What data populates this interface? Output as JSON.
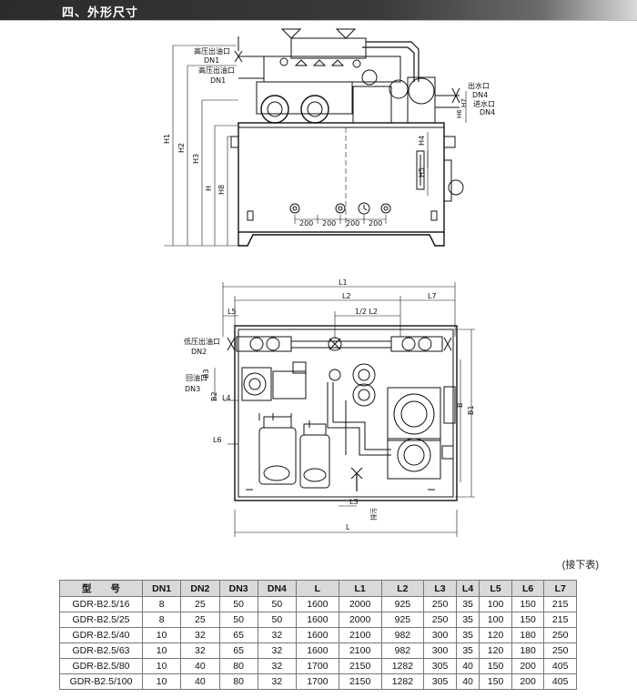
{
  "section": {
    "title": "四、外形尺寸"
  },
  "front_view": {
    "labels": {
      "high_outlet": "高压出油口",
      "dn1_a": "DN1",
      "dn1_b": "DN1",
      "water_out": "出水口",
      "dn4_a": "DN4",
      "water_in": "进水口",
      "dn4_b": "DN4",
      "h1": "H1",
      "h2": "H2",
      "h3": "H3",
      "h": "H",
      "h8": "H8",
      "h4": "H4",
      "h5": "H5",
      "h6": "H6",
      "h7": "H7",
      "dim200_1": "200",
      "dim200_2": "200",
      "dim200_3": "200",
      "dim200_4": "200"
    }
  },
  "top_view": {
    "labels": {
      "l1": "L1",
      "l2": "L2",
      "l7": "L7",
      "half_l2": "1/2 L2",
      "l5": "L5",
      "low_outlet": "低压出油口",
      "dn2": "DN2",
      "return_port": "回油口",
      "dn3": "DN3",
      "b3": "B3",
      "b2": "B2",
      "l4": "L4",
      "l6": "L6",
      "b": "B",
      "b1": "B1",
      "l3": "L3",
      "drain": "排污",
      "l": "L"
    }
  },
  "continue_note": "(接下表)",
  "table": {
    "headers": [
      "型　　号",
      "DN1",
      "DN2",
      "DN3",
      "DN4",
      "L",
      "L1",
      "L2",
      "L3",
      "L4",
      "L5",
      "L6",
      "L7"
    ],
    "rows": [
      [
        "GDR-B2.5/16",
        "8",
        "25",
        "50",
        "50",
        "1600",
        "2000",
        "925",
        "250",
        "35",
        "100",
        "150",
        "215"
      ],
      [
        "GDR-B2.5/25",
        "8",
        "25",
        "50",
        "50",
        "1600",
        "2000",
        "925",
        "250",
        "35",
        "100",
        "150",
        "215"
      ],
      [
        "GDR-B2.5/40",
        "10",
        "32",
        "65",
        "32",
        "1600",
        "2100",
        "982",
        "300",
        "35",
        "120",
        "180",
        "250"
      ],
      [
        "GDR-B2.5/63",
        "10",
        "32",
        "65",
        "32",
        "1600",
        "2100",
        "982",
        "300",
        "35",
        "120",
        "180",
        "250"
      ],
      [
        "GDR-B2.5/80",
        "10",
        "40",
        "80",
        "32",
        "1700",
        "2150",
        "1282",
        "305",
        "40",
        "150",
        "200",
        "405"
      ],
      [
        "GDR-B2.5/100",
        "10",
        "40",
        "80",
        "32",
        "1700",
        "2150",
        "1282",
        "305",
        "40",
        "150",
        "200",
        "405"
      ]
    ]
  }
}
